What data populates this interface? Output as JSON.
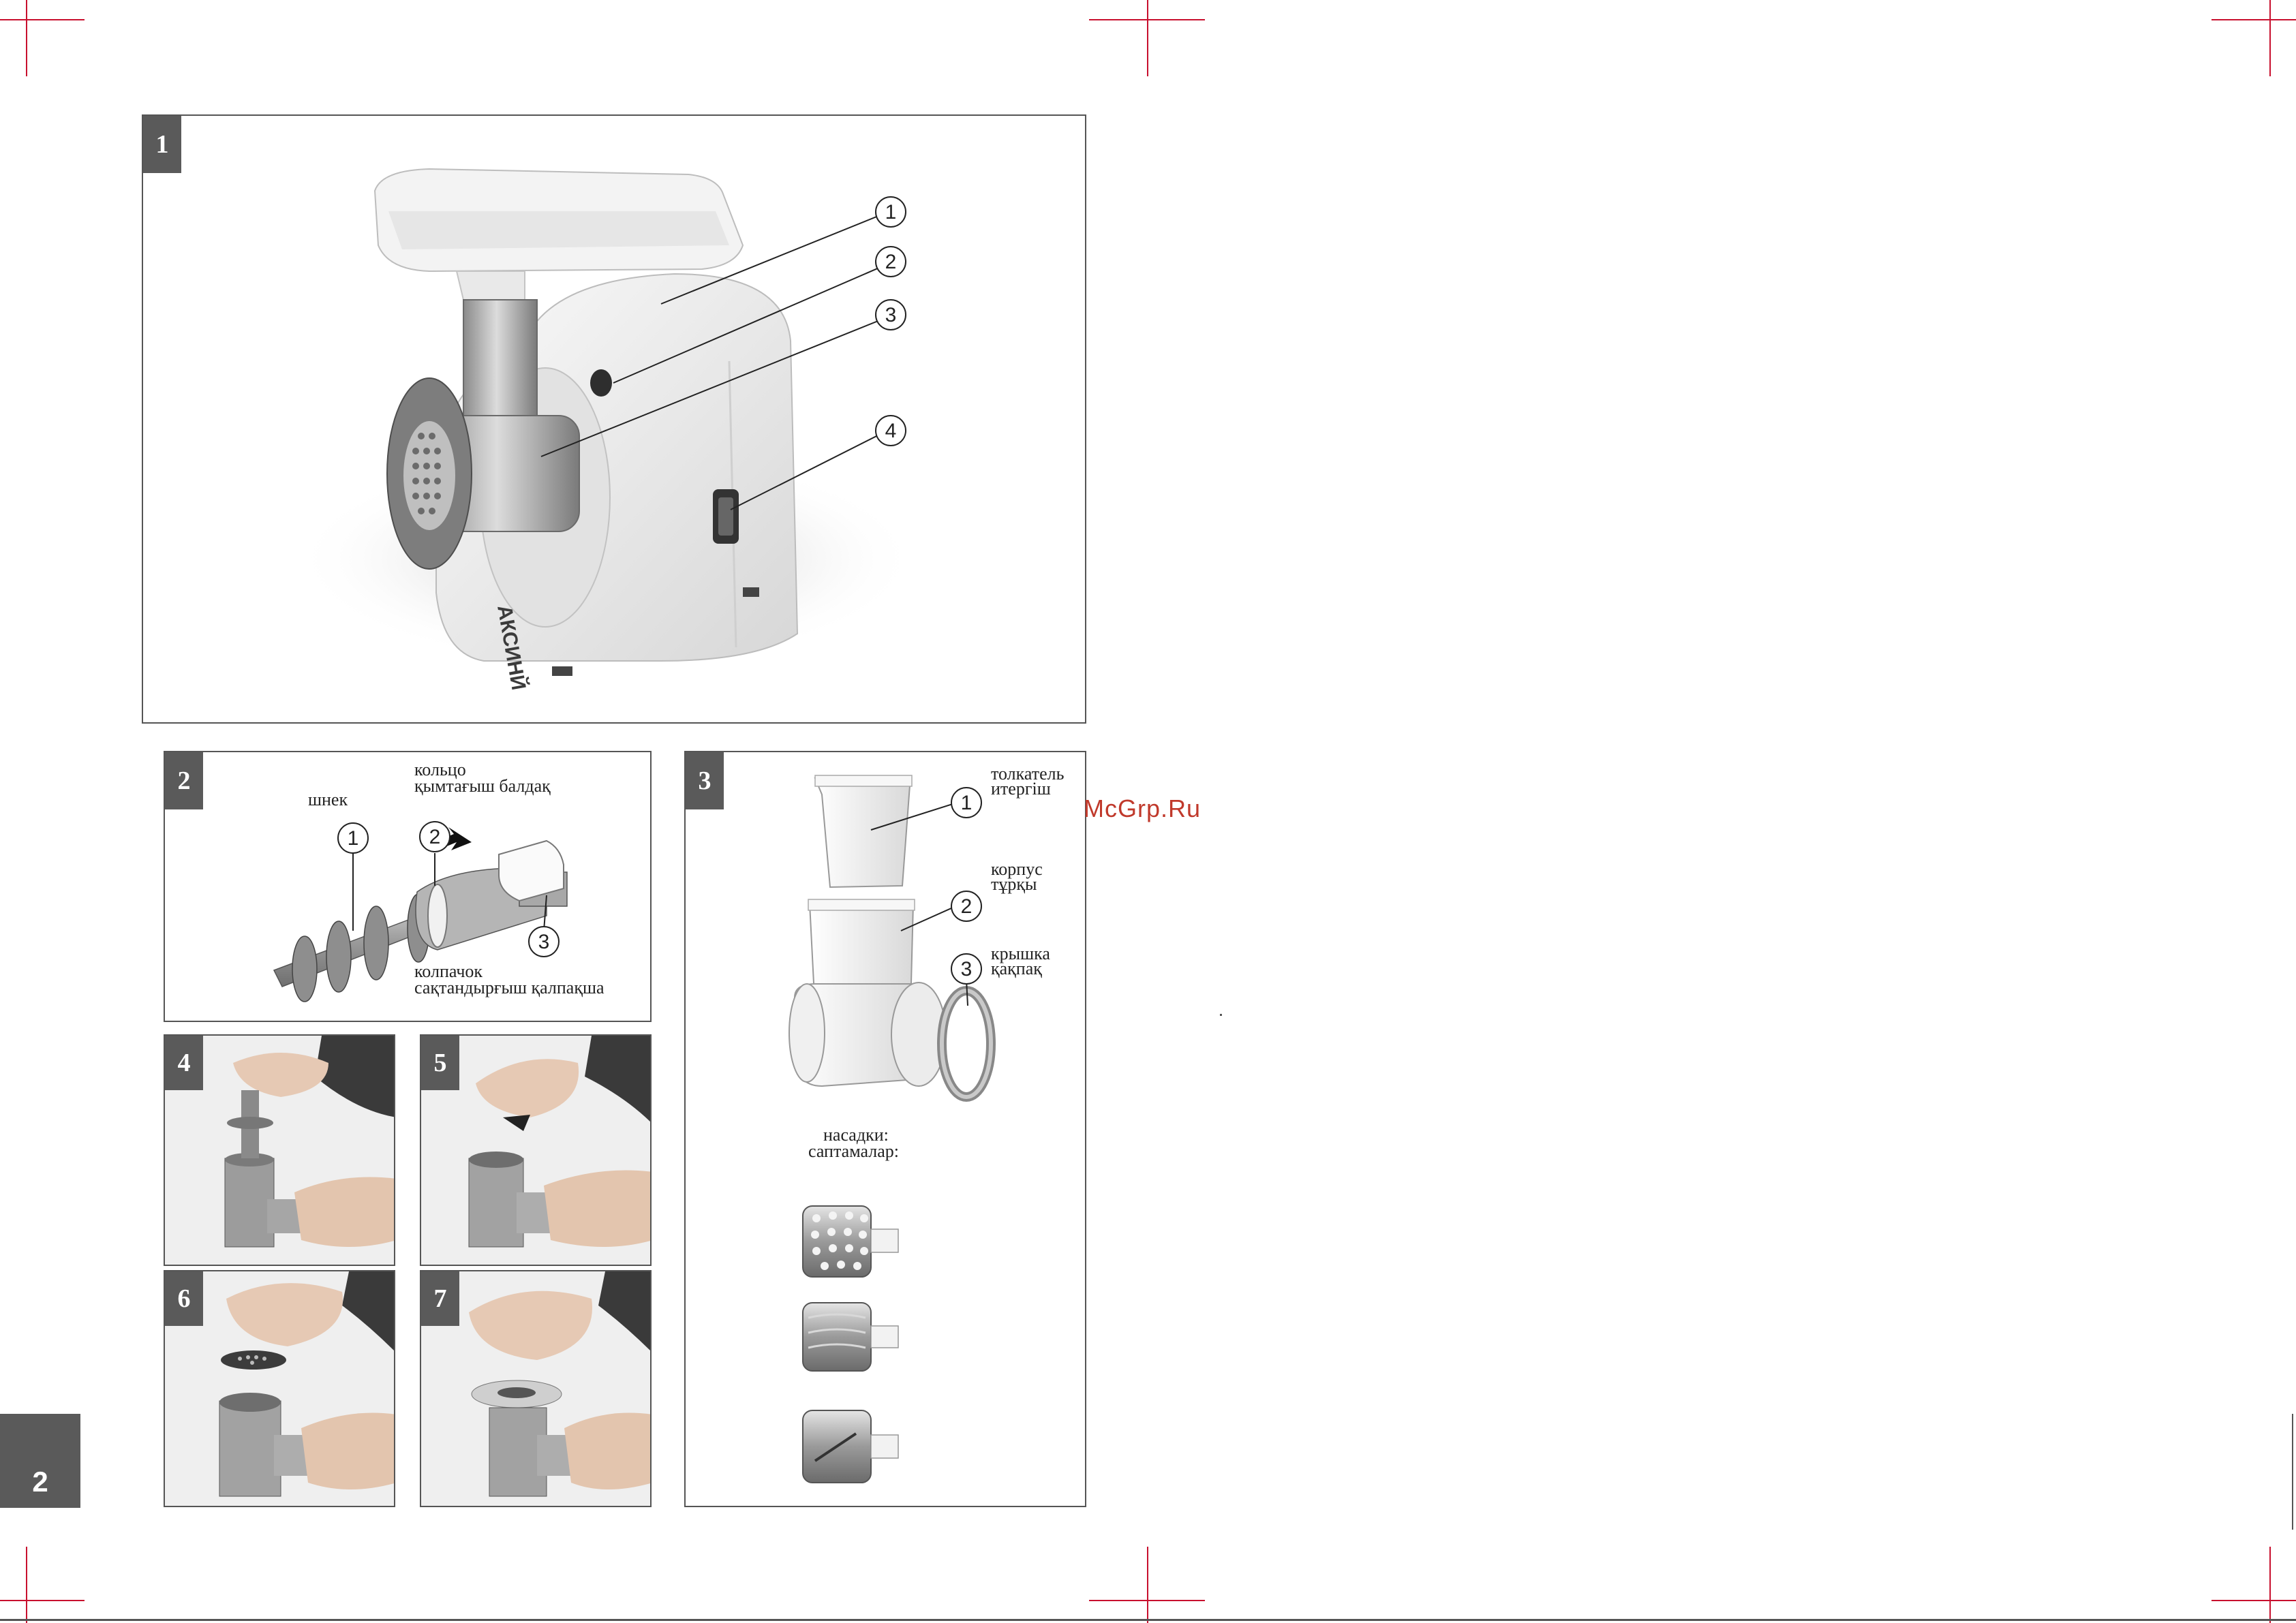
{
  "page": {
    "number": "2",
    "watermark": "McGrp.Ru"
  },
  "figure1": {
    "number": "1",
    "callouts": [
      "1",
      "2",
      "3",
      "4"
    ],
    "brand_text": "АКСИНЙ"
  },
  "figure2": {
    "number": "2",
    "label_ring_ru": "кольцо",
    "label_ring_kz": "қымтағыш балдақ",
    "label_auger": "шнек",
    "label_cap_ru": "колпачок",
    "label_cap_kz": "сақтандырғыш қалпақша",
    "callouts": [
      "1",
      "2",
      "3"
    ]
  },
  "figure3": {
    "number": "3",
    "label_pusher_ru": "толкатель",
    "label_pusher_kz": "итергіш",
    "label_body_ru": "корпус",
    "label_body_kz": "тұрқы",
    "label_lid_ru": "крышка",
    "label_lid_kz": "қақпақ",
    "label_nozzles_ru": "насадки:",
    "label_nozzles_kz": "саптамалар:",
    "callouts": [
      "1",
      "2",
      "3"
    ]
  },
  "steps": [
    {
      "number": "4"
    },
    {
      "number": "5"
    },
    {
      "number": "6"
    },
    {
      "number": "7"
    }
  ],
  "colors": {
    "crop_mark": "#c8102e",
    "tab_bg": "#5a5a5a",
    "watermark": "#c0392b"
  }
}
